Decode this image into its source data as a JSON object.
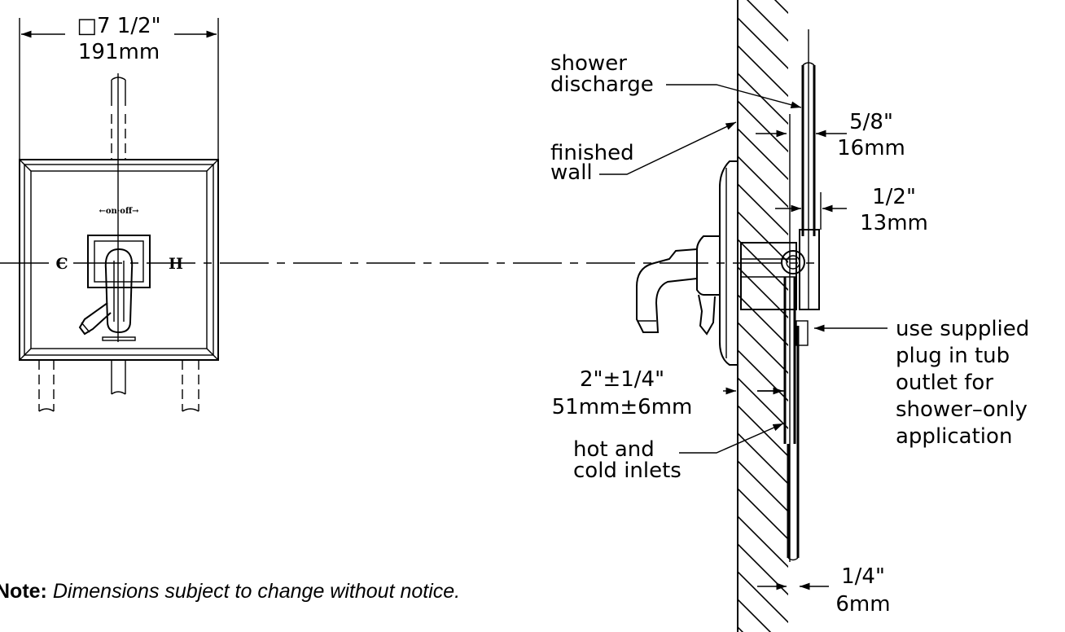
{
  "front_view": {
    "width_imperial": "□7 1/2\"",
    "width_metric": "191mm",
    "on_off": "←on·off→",
    "cold": "C",
    "hot": "H"
  },
  "side_view": {
    "shower_discharge": [
      "shower",
      "discharge"
    ],
    "finished_wall": [
      "finished",
      "wall"
    ],
    "dim_5_8": [
      "5/8\"",
      "16mm"
    ],
    "dim_1_2": [
      "1/2\"",
      "13mm"
    ],
    "dim_2": [
      "2\"±1/4\"",
      "51mm±6mm"
    ],
    "hot_cold": [
      "hot and",
      "cold inlets"
    ],
    "dim_1_4": [
      "1/4\"",
      "6mm"
    ],
    "plug_note": [
      "use supplied",
      "plug in tub",
      "outlet for",
      "shower–only",
      "application"
    ]
  },
  "note": {
    "label": "Note:",
    "text": "Dimensions subject to change without notice."
  }
}
